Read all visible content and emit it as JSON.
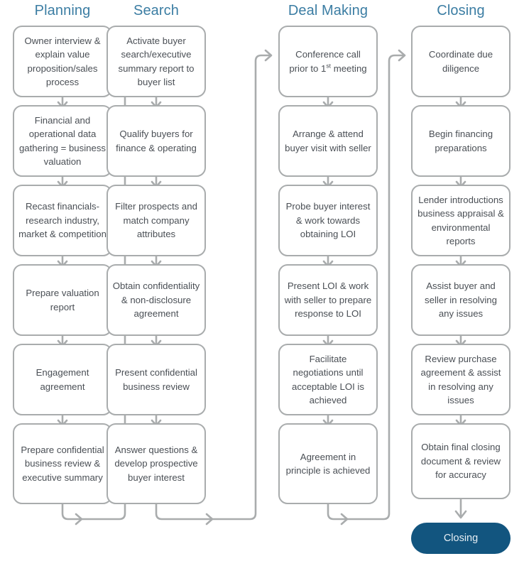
{
  "diagram": {
    "title_color": "#3b7da3",
    "box_border_color": "#a9acad",
    "box_text_color": "#4a4f55",
    "connector_color": "#a9acad",
    "endcap_color": "#12557f",
    "endcap_text_color": "#e6eef4"
  },
  "columns": [
    {
      "header": "Planning",
      "steps": [
        "Owner interview & explain value proposition/sales process",
        "Financial and operational data gathering = business valuation",
        "Recast financials-research industry, market & competition",
        "Prepare valuation report",
        "Engagement agreement",
        "Prepare confidential business review & executive summary"
      ]
    },
    {
      "header": "Search",
      "steps": [
        "Activate buyer search/executive summary report to buyer list",
        "Qualify buyers for finance & operating",
        "Filter prospects and match company attributes",
        "Obtain confidentiality & non-disclosure agreement",
        "Present confidential business review",
        "Answer questions & develop prospective buyer interest"
      ]
    },
    {
      "header": "Deal Making",
      "steps": [
        "Conference call prior to 1st meeting",
        "Arrange & attend buyer visit with seller",
        "Probe buyer interest & work towards obtaining LOI",
        "Present LOI & work with seller to prepare response to LOI",
        "Facilitate negotiations until acceptable LOI is achieved",
        "Agreement in principle is achieved"
      ]
    },
    {
      "header": "Closing",
      "steps": [
        "Coordinate due diligence",
        "Begin financing preparations",
        "Lender introductions business appraisal & environmental reports",
        "Assist buyer and seller in resolving any issues",
        "Review purchase agreement & assist in resolving any issues",
        "Obtain final closing document & review for accuracy"
      ]
    }
  ],
  "endcap": {
    "label": "Closing"
  }
}
